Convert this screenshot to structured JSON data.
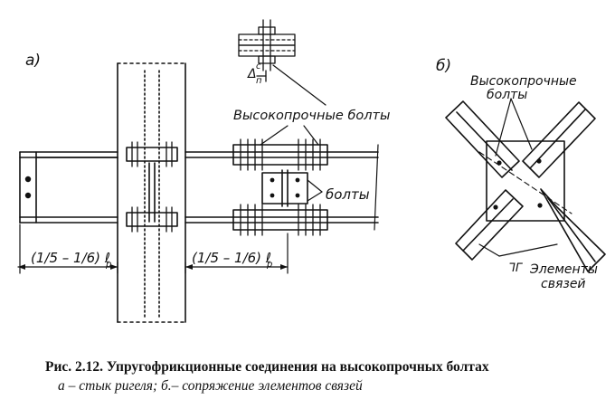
{
  "figure": {
    "panel_a_label": "а)",
    "panel_b_label": "б)",
    "labels": {
      "hs_bolts_a": "Высокопрочные болты",
      "bolts": "болты",
      "dim_left": "(1/5 – 1/6) ℓ",
      "dim_right": "(1/5 – 1/6) ℓ",
      "dim_subscript": "р",
      "delta": "Δ",
      "delta_sup": "с",
      "delta_sub": "п",
      "hs_bolts_b_line1": "Высокопрочные",
      "hs_bolts_b_line2": "болты",
      "elements_line1": "Элементы",
      "elements_line2": "связей",
      "elements_symbol": "ᒣᒥ"
    }
  },
  "caption": {
    "title": "Рис. 2.12. Упругофрикционные соединения на высокопрочных болтах",
    "subtitle": "а – стык ригеля;  б.– сопряжение элементов связей"
  }
}
